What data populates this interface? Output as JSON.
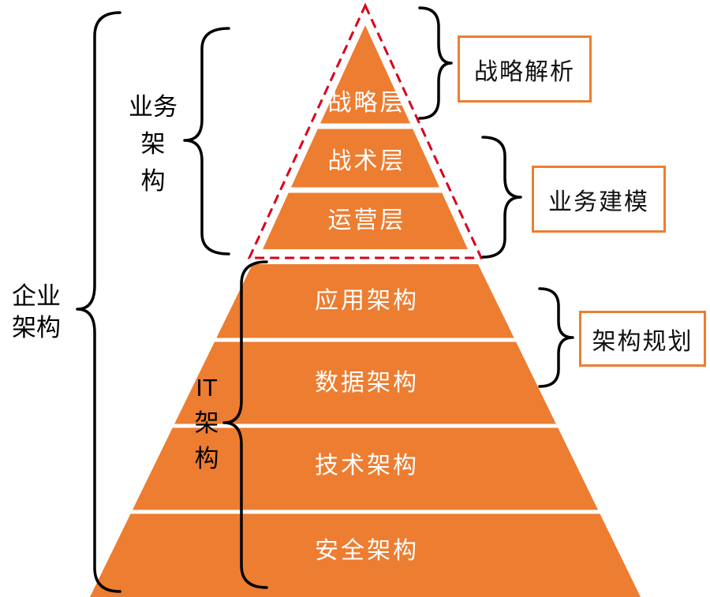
{
  "layers": [
    {
      "label": "战略层"
    },
    {
      "label": "战术层"
    },
    {
      "label": "运营层"
    },
    {
      "label": "应用架构"
    },
    {
      "label": "数据架构"
    },
    {
      "label": "技术架构"
    },
    {
      "label": "安全架构"
    }
  ],
  "left_labels": {
    "enterprise": {
      "label": "企业架构",
      "lines": [
        "企业",
        "架构"
      ]
    },
    "business": {
      "label": "业务架构",
      "lines": [
        "业务",
        "架",
        "构"
      ]
    },
    "it": {
      "label": "IT架构",
      "lines": [
        "IT",
        "架",
        "构"
      ]
    }
  },
  "right_boxes": {
    "strategy_analysis": {
      "label": "战略解析"
    },
    "business_modeling": {
      "label": "业务建模"
    },
    "architecture_planning": {
      "label": "架构规划"
    }
  },
  "colors": {
    "pyramid": "#ED7D31",
    "dashed_outline": "#D9001B",
    "brace": "#000000",
    "box_border": "#ED7D31",
    "layer_text": "#FFFFFF",
    "label_text": "#000000"
  }
}
